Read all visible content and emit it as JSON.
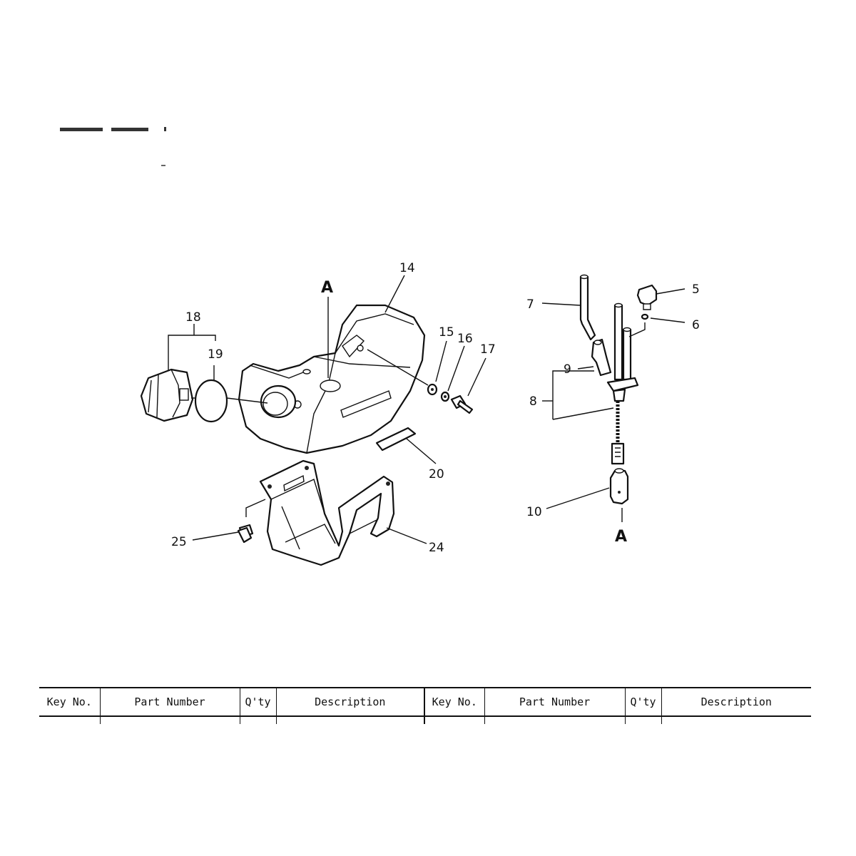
{
  "callouts": {
    "c14": "14",
    "cA1": "A",
    "c18": "18",
    "c19": "19",
    "c15": "15",
    "c16": "16",
    "c17": "17",
    "c20": "20",
    "c25": "25",
    "c24": "24",
    "c7": "7",
    "c5": "5",
    "c6": "6",
    "c9": "9",
    "c8": "8",
    "c10": "10",
    "cA2": "A"
  },
  "table": {
    "headers": [
      "Key No.",
      "Part Number",
      "Q'ty",
      "Description",
      "Key No.",
      "Part Number",
      "Q'ty",
      "Description"
    ]
  }
}
